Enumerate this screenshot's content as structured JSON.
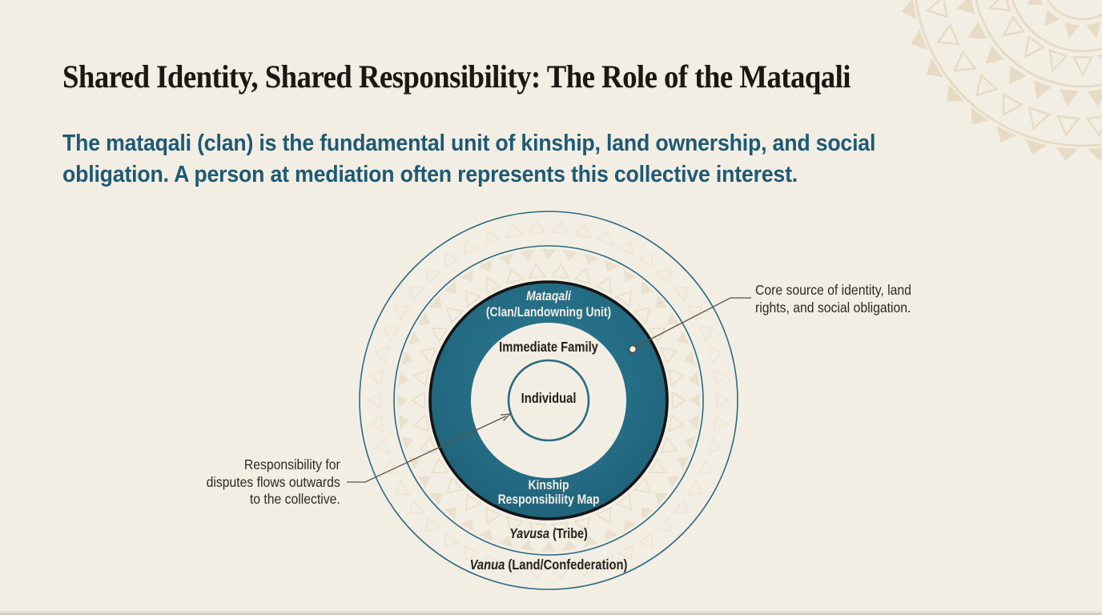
{
  "slide": {
    "title": "Shared Identity, Shared Responsibility: The Role of the Mataqali",
    "subtitle": "The mataqali (clan) is the fundamental unit of kinship, land ownership, and social obligation.  A person at mediation often represents this collective interest."
  },
  "diagram": {
    "caption": {
      "line1": "Kinship",
      "line2": "Responsibility Map"
    },
    "rings": {
      "individual": "Individual",
      "immediate_family": "Immediate Family",
      "mataqali_name": "Mataqali",
      "mataqali_desc": "(Clan/Landowning Unit)",
      "yavusa_name": "Yavusa",
      "yavusa_desc": " (Tribe)",
      "vanua_name": "Vanua",
      "vanua_desc": " (Land/Confederation)"
    }
  },
  "annotations": {
    "core_source": {
      "line1": "Core source of identity, land",
      "line2": "rights, and social obligation."
    },
    "responsibility_flow": {
      "line1": "Responsibility for",
      "line2": "disputes flows outwards",
      "line3": "to the collective."
    }
  },
  "colors": {
    "background": "#f3eee4",
    "teal_ring_fill": "#226a82",
    "subtitle_text": "#1e5a74",
    "title_text": "#1b1712",
    "annotation_text": "#2c2a25",
    "circle_stroke": "#2b6b82",
    "dark_ring_outline": "#141414",
    "pattern_tan": "#e2d3ba",
    "label_on_teal": "#f2ede2"
  }
}
